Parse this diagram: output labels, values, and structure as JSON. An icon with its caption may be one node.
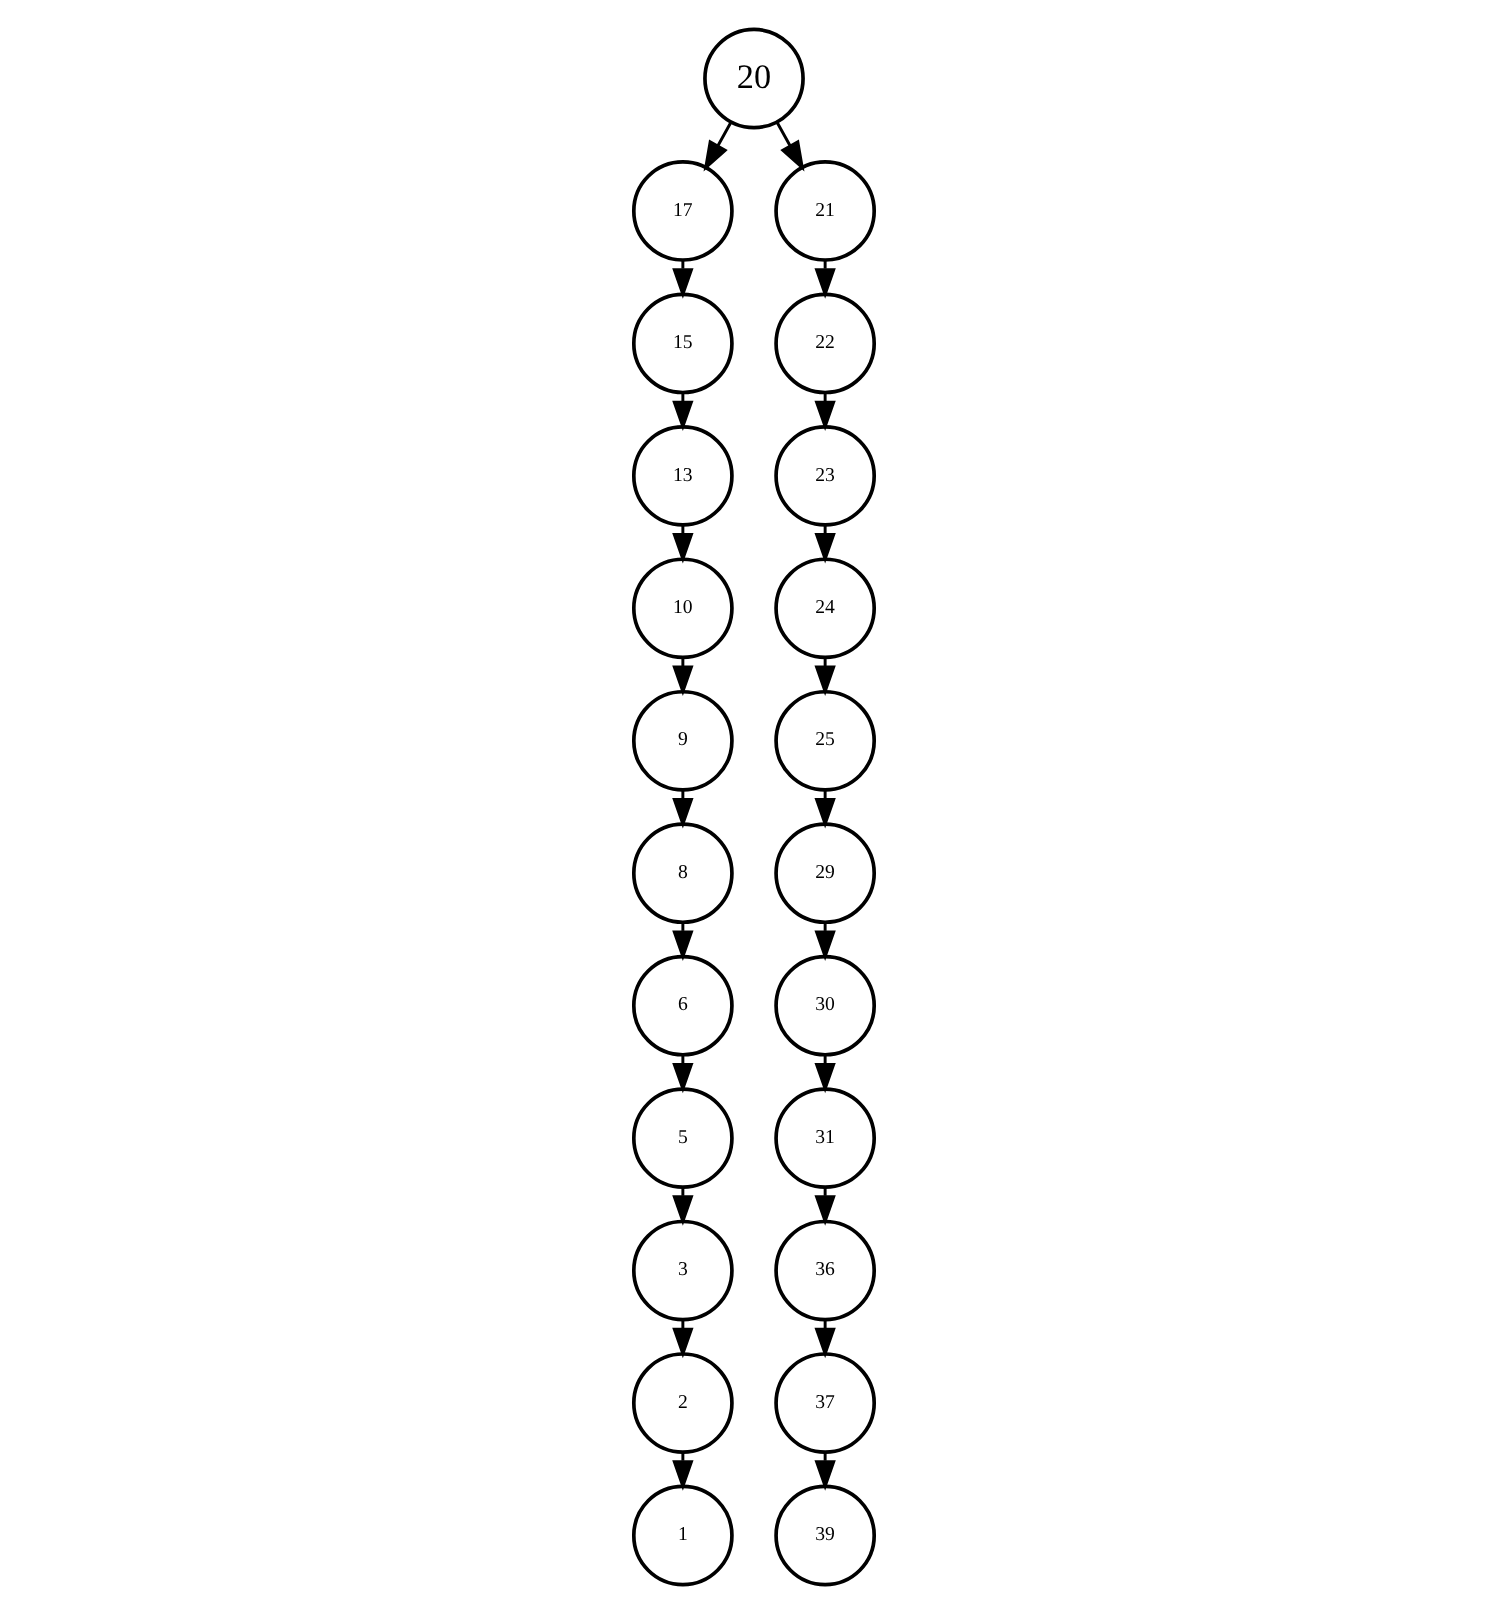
{
  "diagram": {
    "nodes": [
      {
        "text": [
          "20"
        ]
      },
      {
        "text": [
          "17"
        ]
      },
      {
        "text": [
          "21"
        ]
      },
      {
        "text": [
          "15"
        ]
      },
      {
        "text": [
          "22"
        ]
      },
      {
        "text": [
          "13"
        ]
      },
      {
        "text": [
          "23"
        ]
      },
      {
        "text": [
          "10"
        ]
      },
      {
        "text": [
          "24"
        ]
      },
      {
        "text": [
          "9"
        ]
      },
      {
        "text": [
          "25"
        ]
      },
      {
        "text": [
          "8"
        ]
      },
      {
        "text": [
          "29"
        ]
      },
      {
        "text": [
          "6"
        ]
      },
      {
        "text": [
          "30"
        ]
      },
      {
        "text": [
          "5"
        ]
      },
      {
        "text": [
          "31"
        ]
      },
      {
        "text": [
          "3"
        ]
      },
      {
        "text": [
          "36"
        ]
      },
      {
        "text": [
          "2"
        ]
      },
      {
        "text": [
          "37"
        ]
      },
      {
        "text": [
          "1"
        ]
      },
      {
        "text": [
          "39"
        ]
      }
    ],
    "edges": [
      {
        "from": 0,
        "to": 1,
        "arrow": "to"
      },
      {
        "from": 0,
        "to": 2,
        "arrow": "to"
      },
      {
        "from": 1,
        "to": 3,
        "arrow": "to"
      },
      {
        "from": 3,
        "to": 5,
        "arrow": "to"
      },
      {
        "from": 5,
        "to": 7,
        "arrow": "to"
      },
      {
        "from": 7,
        "to": 9,
        "arrow": "to"
      },
      {
        "from": 9,
        "to": 11,
        "arrow": "to"
      },
      {
        "from": 11,
        "to": 13,
        "arrow": "to"
      },
      {
        "from": 13,
        "to": 15,
        "arrow": "to"
      },
      {
        "from": 15,
        "to": 17,
        "arrow": "to"
      },
      {
        "from": 17,
        "to": 19,
        "arrow": "to"
      },
      {
        "from": 19,
        "to": 21,
        "arrow": "to"
      },
      {
        "from": 2,
        "to": 4,
        "arrow": "to"
      },
      {
        "from": 4,
        "to": 6,
        "arrow": "to"
      },
      {
        "from": 6,
        "to": 8,
        "arrow": "to"
      },
      {
        "from": 8,
        "to": 10,
        "arrow": "to"
      },
      {
        "from": 10,
        "to": 12,
        "arrow": "to"
      },
      {
        "from": 12,
        "to": 14,
        "arrow": "to"
      },
      {
        "from": 14,
        "to": 16,
        "arrow": "to"
      },
      {
        "from": 16,
        "to": 18,
        "arrow": "to"
      },
      {
        "from": 18,
        "to": 20,
        "arrow": "to"
      },
      {
        "from": 20,
        "to": 22,
        "arrow": "to"
      }
    ]
  }
}
